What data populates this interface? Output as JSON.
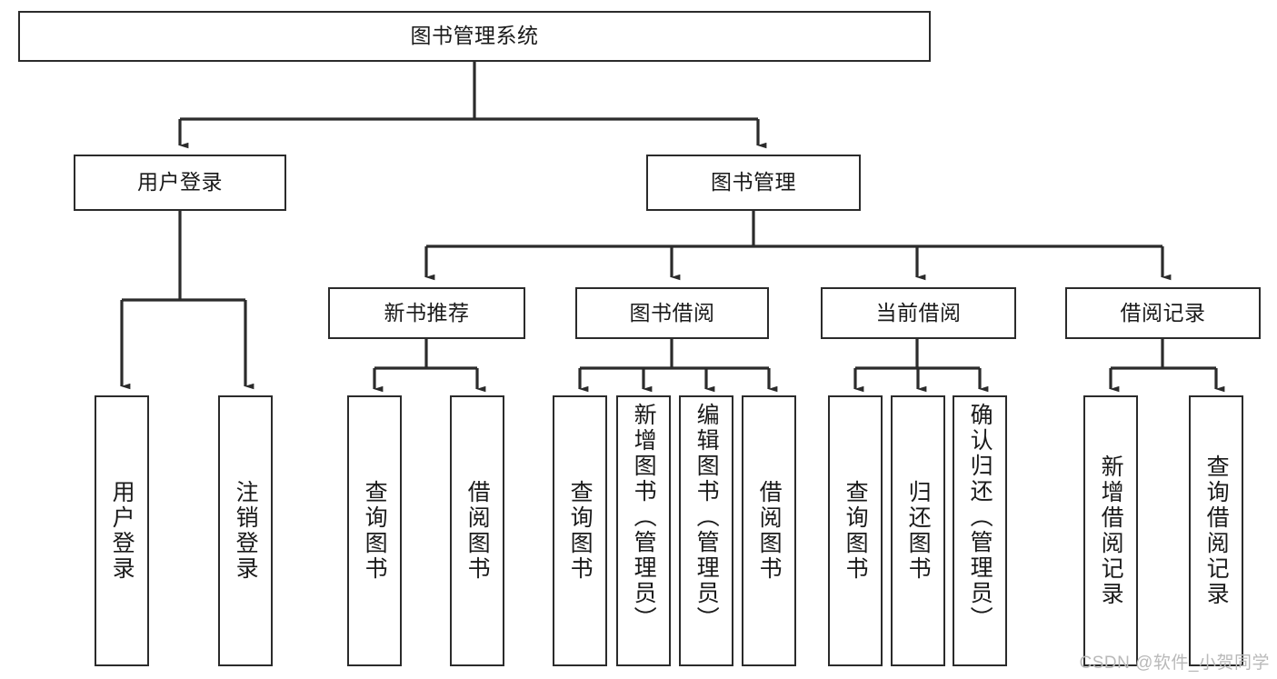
{
  "diagram": {
    "type": "tree",
    "title": "图书管理系统",
    "watermark": "CSDN @软件_小贺同学",
    "colors": {
      "box_border": "#2b2b2b",
      "box_fill": "#ffffff",
      "edge": "#2b2b2b",
      "text": "#1a1a1a",
      "watermark": "#b9b9b9"
    },
    "nodes": {
      "root": {
        "label": "图书管理系统",
        "level": 0
      },
      "l1": [
        {
          "id": "user_login",
          "label": "用户登录"
        },
        {
          "id": "book_manage",
          "label": "图书管理"
        }
      ],
      "l2": [
        {
          "id": "new_book_rec",
          "label": "新书推荐",
          "parent": "book_manage"
        },
        {
          "id": "book_borrow",
          "label": "图书借阅",
          "parent": "book_manage"
        },
        {
          "id": "current_borrow",
          "label": "当前借阅",
          "parent": "book_manage"
        },
        {
          "id": "borrow_record",
          "label": "借阅记录",
          "parent": "book_manage"
        }
      ],
      "leaves": {
        "user_login": [
          {
            "id": "leaf_user_login",
            "label": "用户登录"
          },
          {
            "id": "leaf_logout",
            "label": "注销登录"
          }
        ],
        "new_book_rec": [
          {
            "id": "leaf_query_book_1",
            "label": "查询图书"
          },
          {
            "id": "leaf_borrow_book_1",
            "label": "借阅图书"
          }
        ],
        "book_borrow": [
          {
            "id": "leaf_query_book_2",
            "label": "查询图书"
          },
          {
            "id": "leaf_add_book",
            "label": "新增图书（管理员）"
          },
          {
            "id": "leaf_edit_book",
            "label": "编辑图书（管理员）"
          },
          {
            "id": "leaf_borrow_book_2",
            "label": "借阅图书"
          }
        ],
        "current_borrow": [
          {
            "id": "leaf_query_book_3",
            "label": "查询图书"
          },
          {
            "id": "leaf_return_book",
            "label": "归还图书"
          },
          {
            "id": "leaf_confirm_return",
            "label": "确认归还（管理员）"
          }
        ],
        "borrow_record": [
          {
            "id": "leaf_add_record",
            "label": "新增借阅记录"
          },
          {
            "id": "leaf_query_record",
            "label": "查询借阅记录"
          }
        ]
      }
    }
  }
}
